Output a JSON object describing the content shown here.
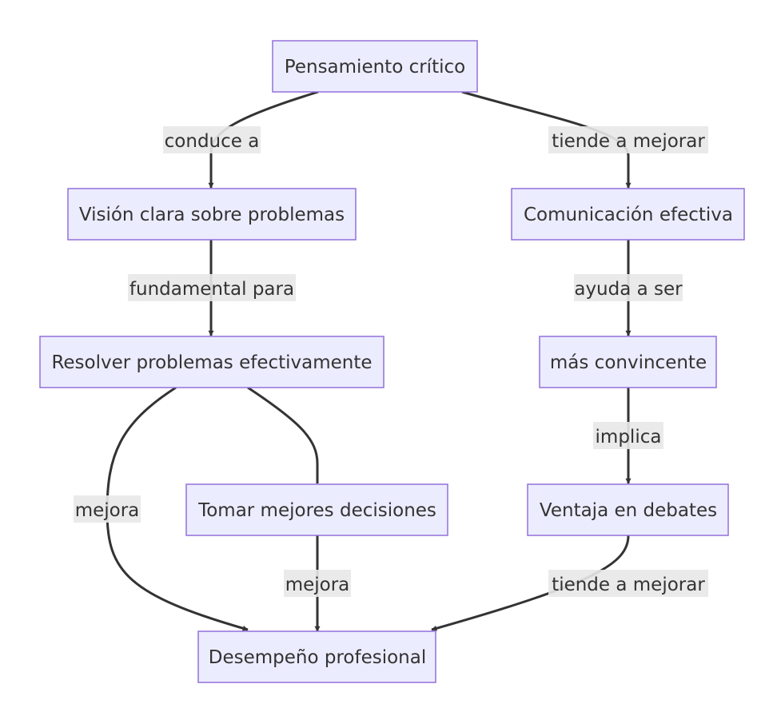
{
  "diagram": {
    "nodes": {
      "pensamiento": "Pensamiento crítico",
      "vision": "Visión clara sobre problemas",
      "comunicacion": "Comunicación efectiva",
      "resolver": "Resolver problemas efectivamente",
      "convincente": "más convincente",
      "tomar": "Tomar mejores decisiones",
      "ventaja": "Ventaja en debates",
      "desempeno": "Desempeño profesional"
    },
    "edges": {
      "conduce": "conduce a",
      "tiende1": "tiende a mejorar",
      "fundamental": "fundamental para",
      "ayuda": "ayuda a ser",
      "implica": "implica",
      "mejora_izq": "mejora",
      "mejora_centro": "mejora",
      "tiende2": "tiende a mejorar"
    }
  }
}
